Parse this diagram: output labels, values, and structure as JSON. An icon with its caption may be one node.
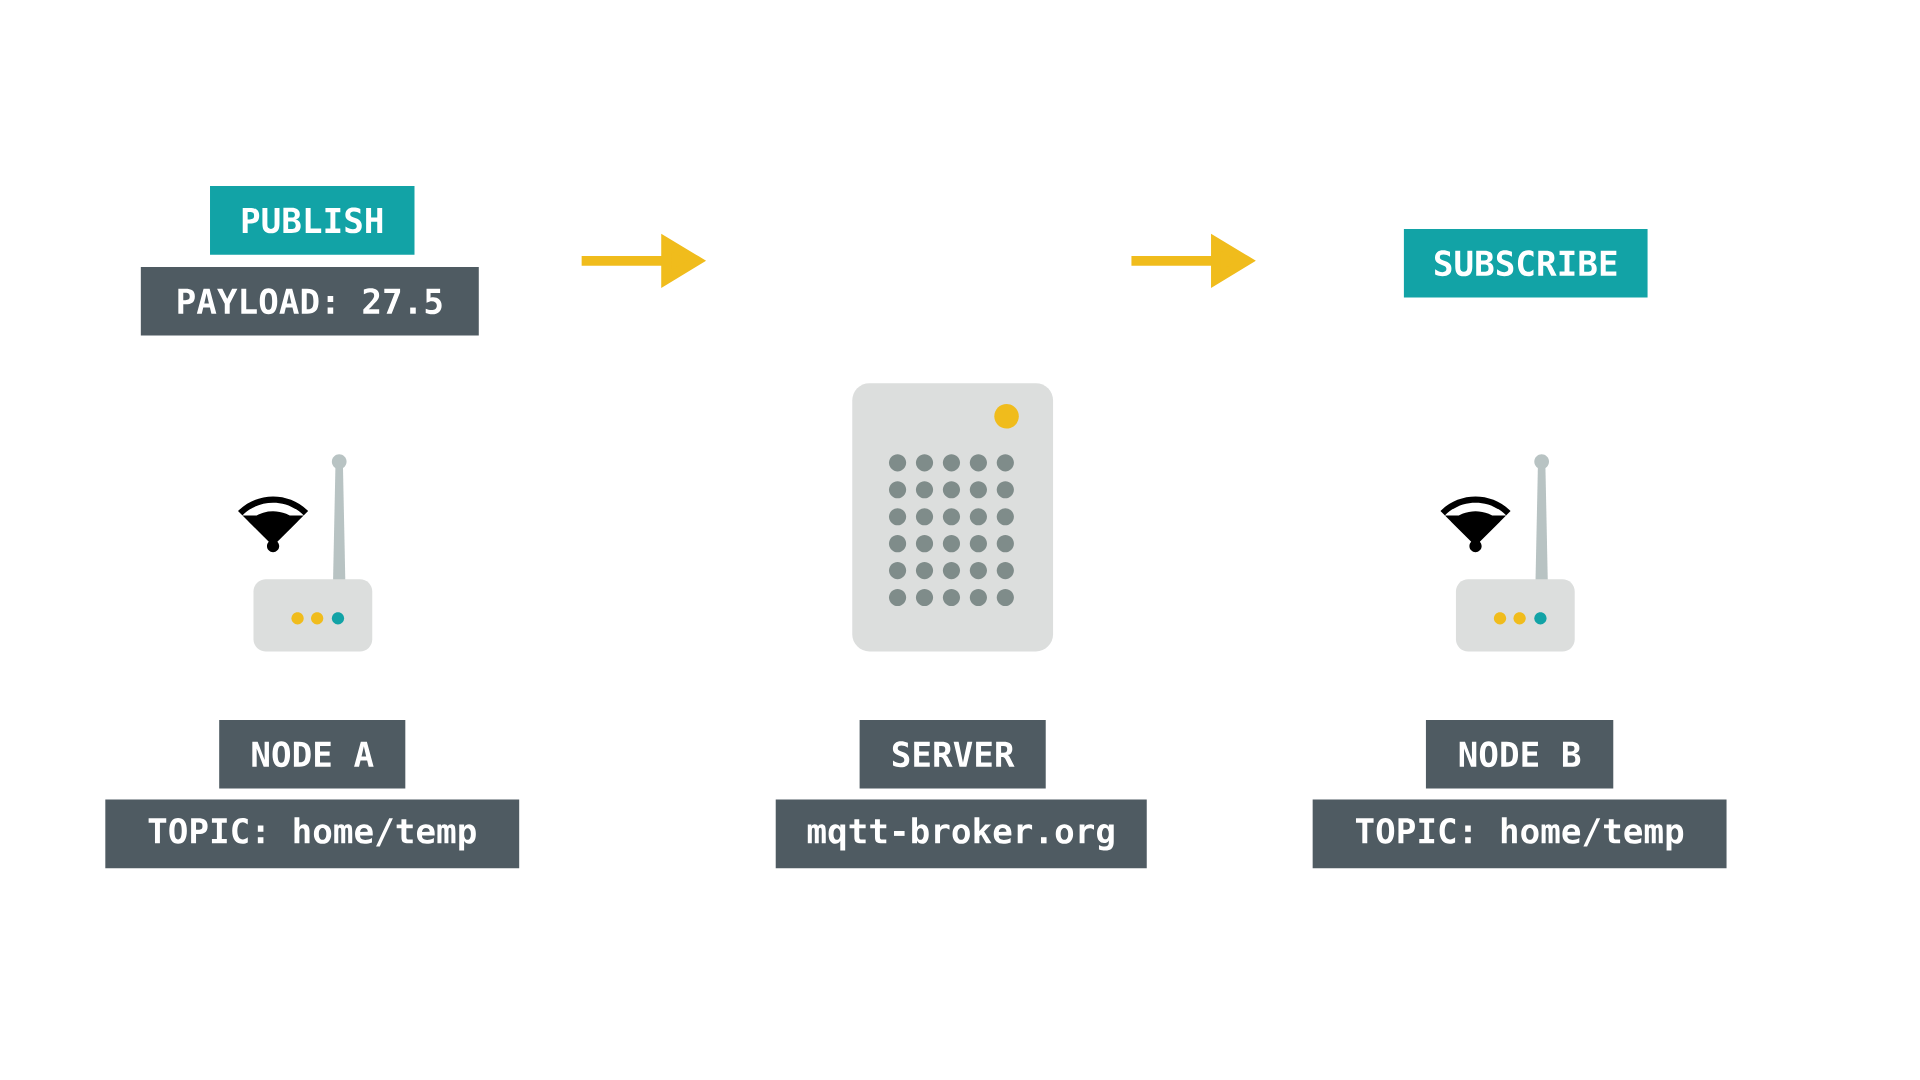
{
  "diagram": {
    "nodes": [
      {
        "text": [
          "PUBLISH"
        ]
      },
      {
        "text": [
          "PAYLOAD: 27.5"
        ]
      },
      {
        "text": [],
        "shape": "picture"
      },
      {
        "text": [
          "NODE A"
        ]
      },
      {
        "text": [
          "TOPIC: home/temp"
        ]
      },
      {
        "text": [],
        "shape": "picture"
      },
      {
        "text": [
          "SERVER"
        ]
      },
      {
        "text": [
          "mqtt-broker.org"
        ]
      },
      {
        "text": [
          "SUBSCRIBE"
        ]
      },
      {
        "text": [],
        "shape": "picture"
      },
      {
        "text": [
          "NODE B"
        ]
      },
      {
        "text": [
          "TOPIC: home/temp"
        ]
      }
    ]
  }
}
